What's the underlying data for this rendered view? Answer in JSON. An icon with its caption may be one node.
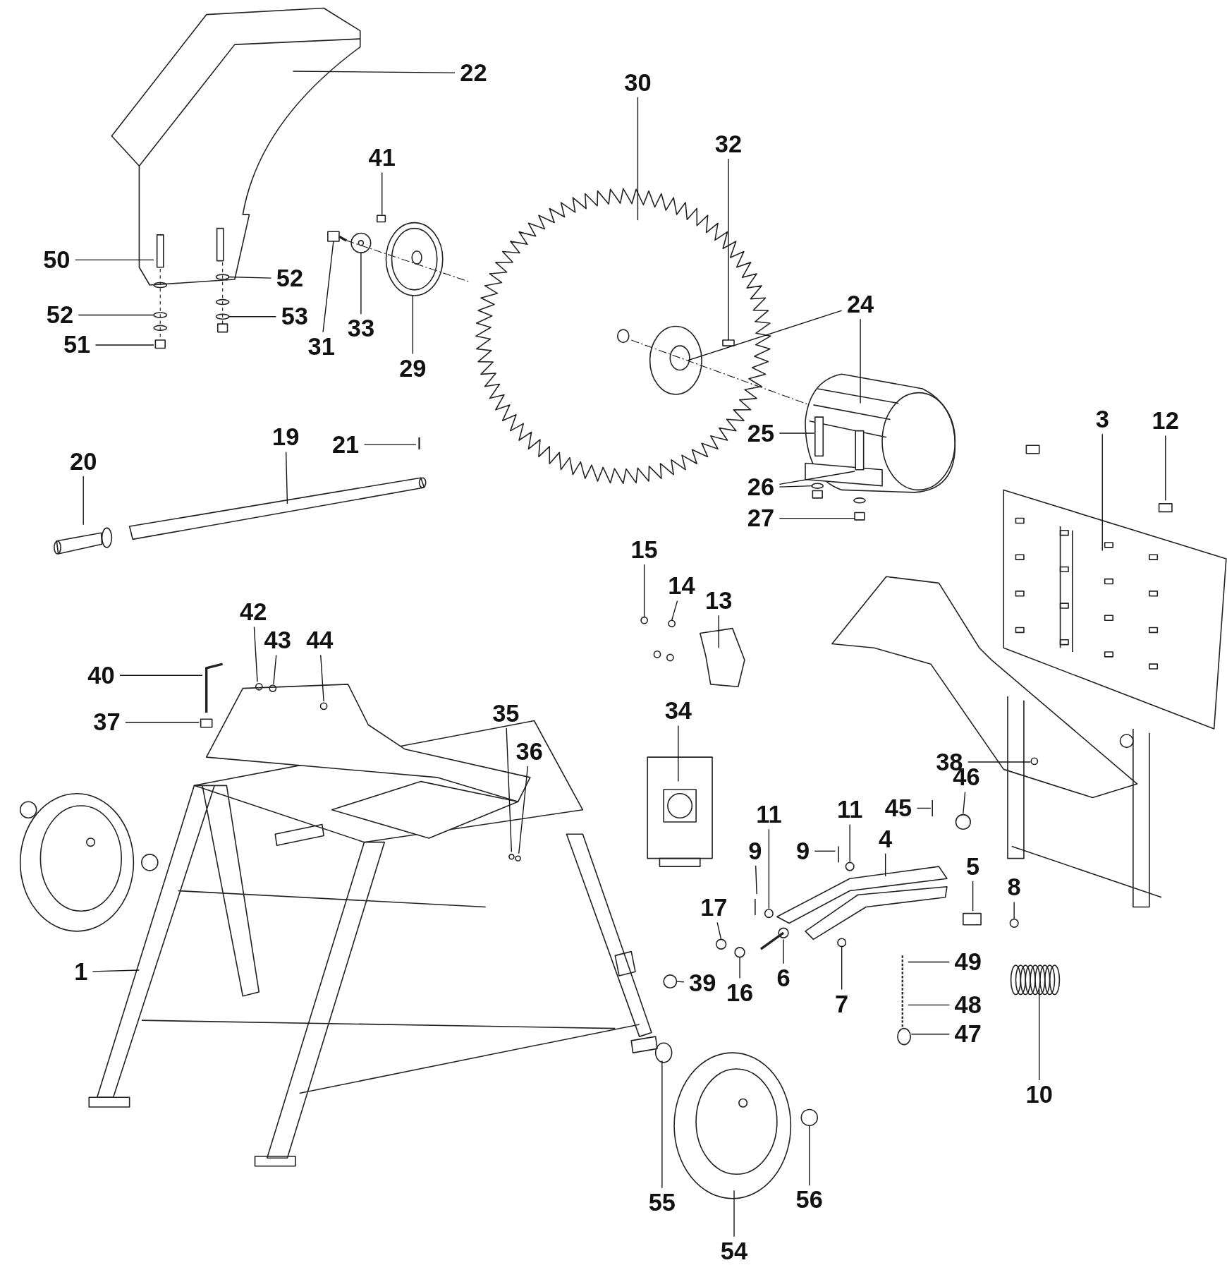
{
  "diagram": {
    "nodes": [
      {
        "text": [
          "22"
        ]
      },
      {
        "text": [
          "30"
        ]
      },
      {
        "text": [
          "32"
        ]
      },
      {
        "text": [
          "41"
        ]
      },
      {
        "text": [
          "50"
        ]
      },
      {
        "text": [
          "52"
        ]
      },
      {
        "text": [
          "24"
        ]
      },
      {
        "text": [
          "52"
        ]
      },
      {
        "text": [
          "53"
        ]
      },
      {
        "text": [
          "33"
        ]
      },
      {
        "text": [
          "51"
        ]
      },
      {
        "text": [
          "31"
        ]
      },
      {
        "text": [
          "29"
        ]
      },
      {
        "text": [
          "3"
        ]
      },
      {
        "text": [
          "12"
        ]
      },
      {
        "text": [
          "25"
        ]
      },
      {
        "text": [
          "19"
        ]
      },
      {
        "text": [
          "21"
        ]
      },
      {
        "text": [
          "20"
        ]
      },
      {
        "text": [
          "26"
        ]
      },
      {
        "text": [
          "27"
        ]
      },
      {
        "text": [
          "15"
        ]
      },
      {
        "text": [
          "14"
        ]
      },
      {
        "text": [
          "13"
        ]
      },
      {
        "text": [
          "42"
        ]
      },
      {
        "text": [
          "43"
        ]
      },
      {
        "text": [
          "44"
        ]
      },
      {
        "text": [
          "40"
        ]
      },
      {
        "text": [
          "34"
        ]
      },
      {
        "text": [
          "35"
        ]
      },
      {
        "text": [
          "37"
        ]
      },
      {
        "text": [
          "36"
        ]
      },
      {
        "text": [
          "38"
        ]
      },
      {
        "text": [
          "46"
        ]
      },
      {
        "text": [
          "45"
        ]
      },
      {
        "text": [
          "11"
        ]
      },
      {
        "text": [
          "11"
        ]
      },
      {
        "text": [
          "4"
        ]
      },
      {
        "text": [
          "9"
        ]
      },
      {
        "text": [
          "9"
        ]
      },
      {
        "text": [
          "5"
        ]
      },
      {
        "text": [
          "8"
        ]
      },
      {
        "text": [
          "17"
        ]
      },
      {
        "text": [
          "49"
        ]
      },
      {
        "text": [
          "1"
        ]
      },
      {
        "text": [
          "6"
        ]
      },
      {
        "text": [
          "39"
        ]
      },
      {
        "text": [
          "16"
        ]
      },
      {
        "text": [
          "7"
        ]
      },
      {
        "text": [
          "48"
        ]
      },
      {
        "text": [
          "47"
        ]
      },
      {
        "text": [
          "10"
        ]
      },
      {
        "text": [
          "56"
        ]
      },
      {
        "text": [
          "55"
        ]
      },
      {
        "text": [
          "54"
        ]
      }
    ],
    "edges": [
      {
        "from": 0,
        "to": null,
        "arrow": "none"
      },
      {
        "from": 1,
        "to": null,
        "arrow": "none"
      },
      {
        "from": 2,
        "to": null,
        "arrow": "none"
      },
      {
        "from": 3,
        "to": null,
        "arrow": "none"
      },
      {
        "from": 4,
        "to": null,
        "arrow": "none"
      },
      {
        "from": 5,
        "to": null,
        "arrow": "none"
      },
      {
        "from": 6,
        "to": null,
        "arrow": "none"
      },
      {
        "from": 6,
        "to": null,
        "arrow": "none"
      },
      {
        "from": 7,
        "to": null,
        "arrow": "none"
      },
      {
        "from": 8,
        "to": null,
        "arrow": "none"
      },
      {
        "from": 9,
        "to": null,
        "arrow": "none"
      },
      {
        "from": 10,
        "to": null,
        "arrow": "none"
      },
      {
        "from": 11,
        "to": null,
        "arrow": "none"
      },
      {
        "from": 12,
        "to": null,
        "arrow": "none"
      },
      {
        "from": 13,
        "to": null,
        "arrow": "none"
      },
      {
        "from": 14,
        "to": null,
        "arrow": "none"
      },
      {
        "from": 15,
        "to": null,
        "arrow": "none"
      },
      {
        "from": 16,
        "to": null,
        "arrow": "none"
      },
      {
        "from": 17,
        "to": null,
        "arrow": "none"
      },
      {
        "from": 18,
        "to": null,
        "arrow": "none"
      },
      {
        "from": 19,
        "to": null,
        "arrow": "none"
      },
      {
        "from": 19,
        "to": null,
        "arrow": "none"
      },
      {
        "from": 20,
        "to": null,
        "arrow": "none"
      },
      {
        "from": 21,
        "to": null,
        "arrow": "none"
      },
      {
        "from": 22,
        "to": null,
        "arrow": "none"
      },
      {
        "from": 23,
        "to": null,
        "arrow": "none"
      },
      {
        "from": 24,
        "to": null,
        "arrow": "none"
      },
      {
        "from": 25,
        "to": null,
        "arrow": "none"
      },
      {
        "from": 26,
        "to": null,
        "arrow": "none"
      },
      {
        "from": 27,
        "to": null,
        "arrow": "none"
      },
      {
        "from": 28,
        "to": null,
        "arrow": "none"
      },
      {
        "from": 29,
        "to": null,
        "arrow": "none"
      },
      {
        "from": 30,
        "to": null,
        "arrow": "none"
      },
      {
        "from": 31,
        "to": null,
        "arrow": "none"
      },
      {
        "from": 32,
        "to": null,
        "arrow": "none"
      },
      {
        "from": 33,
        "to": null,
        "arrow": "none"
      },
      {
        "from": 34,
        "to": null,
        "arrow": "none"
      },
      {
        "from": 35,
        "to": null,
        "arrow": "none"
      },
      {
        "from": 36,
        "to": null,
        "arrow": "none"
      },
      {
        "from": 37,
        "to": null,
        "arrow": "none"
      },
      {
        "from": 38,
        "to": null,
        "arrow": "none"
      },
      {
        "from": 39,
        "to": null,
        "arrow": "none"
      },
      {
        "from": 40,
        "to": null,
        "arrow": "none"
      },
      {
        "from": 41,
        "to": null,
        "arrow": "none"
      },
      {
        "from": 42,
        "to": null,
        "arrow": "none"
      },
      {
        "from": 43,
        "to": null,
        "arrow": "none"
      },
      {
        "from": 44,
        "to": null,
        "arrow": "none"
      },
      {
        "from": 45,
        "to": null,
        "arrow": "none"
      },
      {
        "from": 46,
        "to": null,
        "arrow": "none"
      },
      {
        "from": 47,
        "to": null,
        "arrow": "none"
      },
      {
        "from": 48,
        "to": null,
        "arrow": "none"
      },
      {
        "from": 49,
        "to": null,
        "arrow": "none"
      },
      {
        "from": 50,
        "to": null,
        "arrow": "none"
      },
      {
        "from": 51,
        "to": null,
        "arrow": "none"
      },
      {
        "from": 52,
        "to": null,
        "arrow": "none"
      },
      {
        "from": 53,
        "to": null,
        "arrow": "none"
      },
      {
        "from": 54,
        "to": null,
        "arrow": "none"
      }
    ]
  }
}
